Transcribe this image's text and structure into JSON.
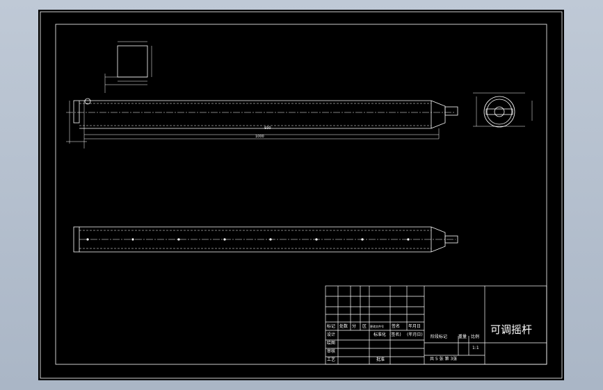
{
  "title_block": {
    "drawing_name": "可调摇杆",
    "headers": [
      "标记",
      "处数",
      "分",
      "区",
      "更改文件号",
      "签名",
      "年月日"
    ],
    "design": "设计",
    "standardization": "标准化",
    "signature": "(签名)",
    "date": "(年月日)",
    "stage_mark": "阶段标记",
    "weight": "重量",
    "scale_label": "比例",
    "scale_value": "1:1",
    "drafting": "绘图",
    "review": "审核",
    "process": "工艺",
    "approve": "批准",
    "sheets": "共 5 张 第 3张"
  },
  "dimensions": {
    "overall_length": "1000",
    "inner_length": "930"
  },
  "colors": {
    "screen_bg": "#b4bfcd",
    "sheet_bg": "#000000",
    "line": "#ffffff"
  }
}
